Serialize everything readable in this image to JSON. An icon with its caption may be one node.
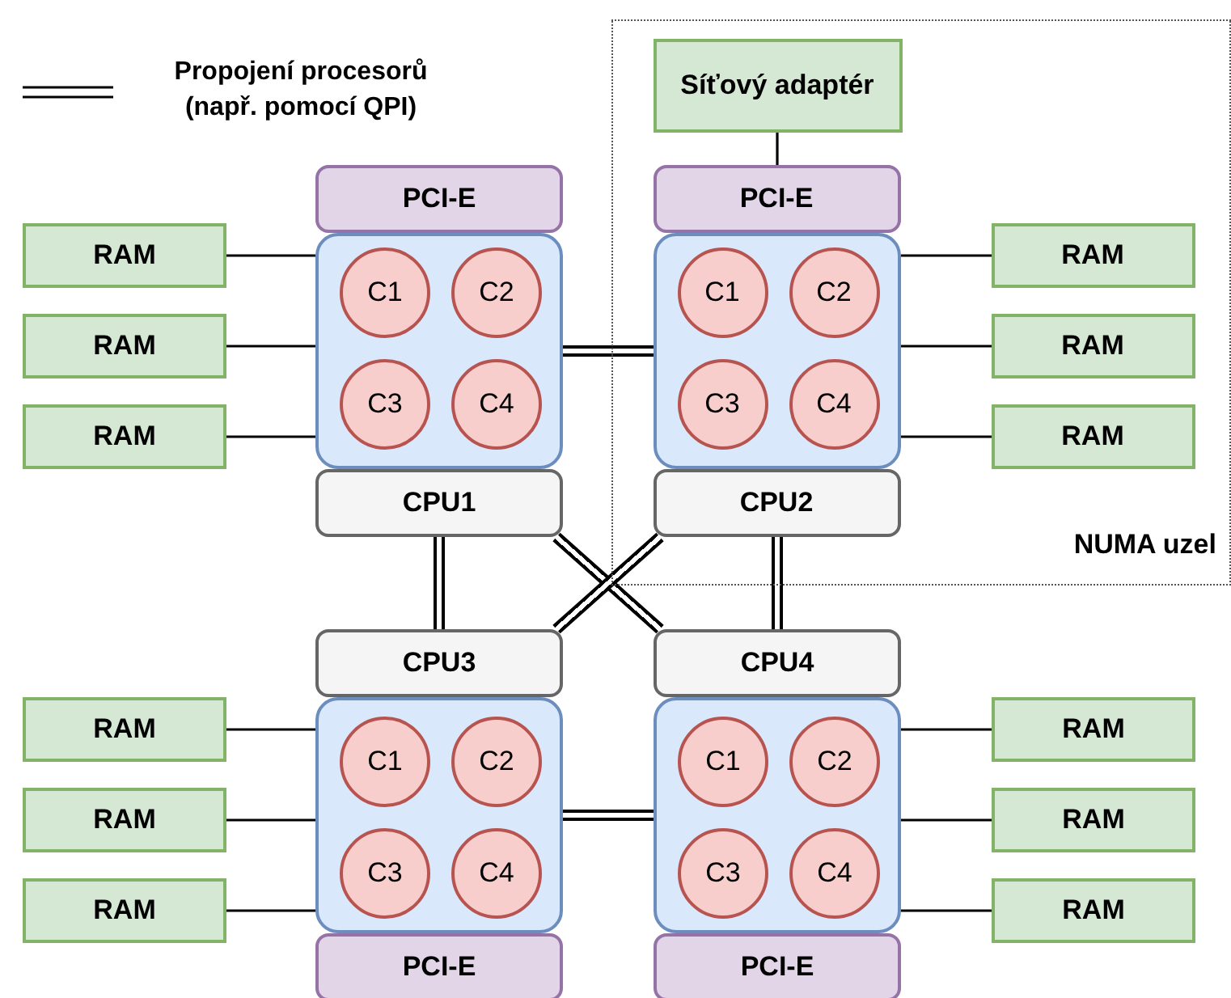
{
  "diagram": {
    "nodes": [
      {
        "text": [
          "NUMA uzel"
        ]
      },
      {
        "text": [
          "Síťový adaptér"
        ],
        "in": 0
      },
      {
        "text": [
          "PCI-E"
        ]
      },
      {
        "text": [
          "PCI-E"
        ],
        "in": 0
      },
      {
        "text": [],
        "shape": "box"
      },
      {
        "text": [
          "C1"
        ],
        "in": 4
      },
      {
        "text": [
          "C2"
        ],
        "in": 4
      },
      {
        "text": [
          "C3"
        ],
        "in": 4
      },
      {
        "text": [
          "C4"
        ],
        "in": 4
      },
      {
        "text": [],
        "shape": "box",
        "in": 0
      },
      {
        "text": [
          "C1"
        ],
        "in": 9
      },
      {
        "text": [
          "C2"
        ],
        "in": 9
      },
      {
        "text": [
          "C3"
        ],
        "in": 9
      },
      {
        "text": [
          "C4"
        ],
        "in": 9
      },
      {
        "text": [
          "RAM"
        ]
      },
      {
        "text": [
          "RAM"
        ]
      },
      {
        "text": [
          "RAM"
        ]
      },
      {
        "text": [
          "RAM"
        ],
        "in": 0
      },
      {
        "text": [
          "RAM"
        ],
        "in": 0
      },
      {
        "text": [
          "RAM"
        ],
        "in": 0
      },
      {
        "text": [
          "CPU1"
        ]
      },
      {
        "text": [
          "CPU2"
        ],
        "in": 0
      },
      {
        "text": [
          "CPU3"
        ]
      },
      {
        "text": [
          "CPU4"
        ]
      },
      {
        "text": [],
        "shape": "box"
      },
      {
        "text": [
          "C1"
        ],
        "in": 24
      },
      {
        "text": [
          "C2"
        ],
        "in": 24
      },
      {
        "text": [
          "C3"
        ],
        "in": 24
      },
      {
        "text": [
          "C4"
        ],
        "in": 24
      },
      {
        "text": [],
        "shape": "box"
      },
      {
        "text": [
          "C1"
        ],
        "in": 29
      },
      {
        "text": [
          "C2"
        ],
        "in": 29
      },
      {
        "text": [
          "C3"
        ],
        "in": 29
      },
      {
        "text": [
          "C4"
        ],
        "in": 29
      },
      {
        "text": [
          "RAM"
        ]
      },
      {
        "text": [
          "RAM"
        ]
      },
      {
        "text": [
          "RAM"
        ]
      },
      {
        "text": [
          "RAM"
        ]
      },
      {
        "text": [
          "RAM"
        ]
      },
      {
        "text": [
          "RAM"
        ]
      },
      {
        "text": [
          "PCI-E"
        ]
      },
      {
        "text": [
          "PCI-E"
        ]
      }
    ],
    "edges": [
      {
        "from": 14,
        "to": 4,
        "arrow": "none"
      },
      {
        "from": 15,
        "to": 4,
        "arrow": "none"
      },
      {
        "from": 16,
        "to": 4,
        "arrow": "none"
      },
      {
        "from": 17,
        "to": 9,
        "arrow": "none"
      },
      {
        "from": 18,
        "to": 9,
        "arrow": "none"
      },
      {
        "from": 19,
        "to": 9,
        "arrow": "none"
      },
      {
        "from": 1,
        "to": 3,
        "arrow": "none"
      },
      {
        "from": 4,
        "to": 9,
        "arrow": "none",
        "style": "thick"
      },
      {
        "from": 20,
        "to": 22,
        "arrow": "none",
        "style": "thick"
      },
      {
        "from": 21,
        "to": 23,
        "arrow": "none",
        "style": "thick"
      },
      {
        "from": 20,
        "to": 23,
        "arrow": "none",
        "style": "thick"
      },
      {
        "from": 21,
        "to": 22,
        "arrow": "none",
        "style": "thick"
      },
      {
        "from": 24,
        "to": 29,
        "arrow": "none",
        "style": "thick"
      },
      {
        "from": 34,
        "to": 24,
        "arrow": "none"
      },
      {
        "from": 35,
        "to": 24,
        "arrow": "none"
      },
      {
        "from": 36,
        "to": 24,
        "arrow": "none"
      },
      {
        "from": 37,
        "to": 29,
        "arrow": "none"
      },
      {
        "from": 38,
        "to": 29,
        "arrow": "none"
      },
      {
        "from": 39,
        "to": 29,
        "arrow": "none"
      }
    ],
    "legend": [
      {
        "text": "Propojení procesorů (např. pomocí QPI)"
      }
    ]
  }
}
